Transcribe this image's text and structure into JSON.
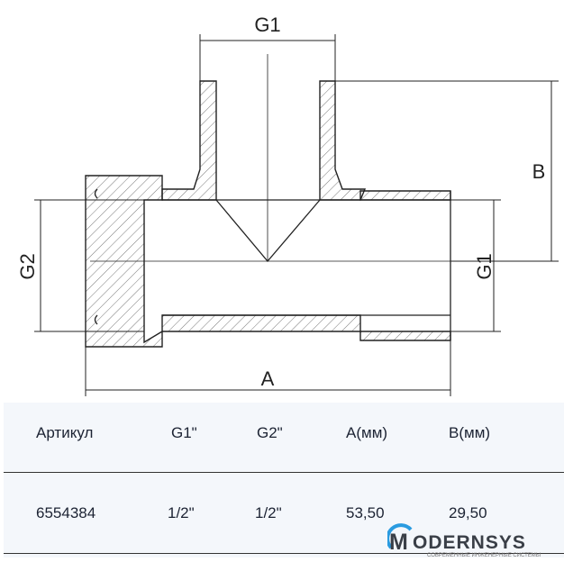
{
  "drawing": {
    "labels": {
      "top_g1": "G1",
      "right_g1": "G1",
      "g2": "G2",
      "a": "A",
      "b": "B"
    }
  },
  "table": {
    "headers": [
      "Артикул",
      "G1\"",
      "G2\"",
      "A(мм)",
      "B(мм)"
    ],
    "rows": [
      [
        "6554384",
        "1/2\"",
        "1/2\"",
        "53,50",
        "29,50"
      ]
    ]
  },
  "logo": {
    "name": "MODERNSYS",
    "tagline": "СОВРЕМЕННЫЕ ИНЖЕНЕРНЫЕ СИСТЕМЫ",
    "accent": "#2a9be0"
  }
}
